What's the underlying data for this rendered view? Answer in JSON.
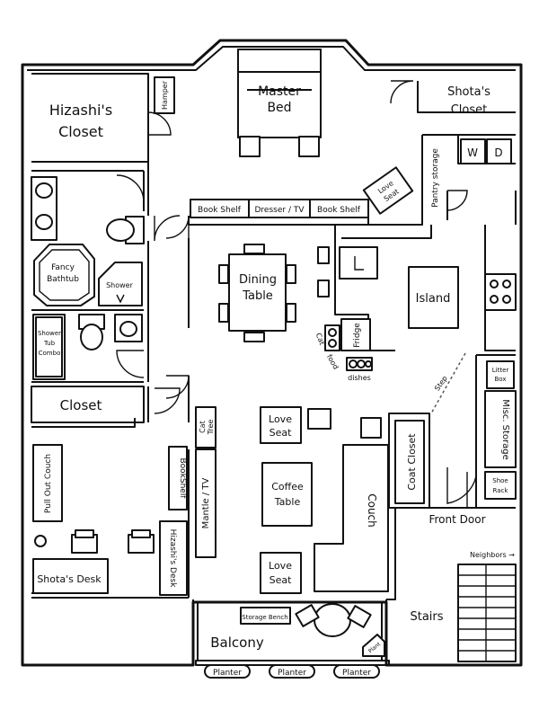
{
  "labels": {
    "hizashi_closet": [
      "Hizashi's",
      "Closet"
    ],
    "hamper": "Hamper",
    "master_bed": [
      "Master",
      "Bed"
    ],
    "shota_closet": [
      "Shota's",
      "Closet"
    ],
    "washer": "W",
    "dryer": "D",
    "pantry_storage": "Pantry storage",
    "love_seat_bedroom": [
      "Love",
      "Seat"
    ],
    "book_shelf_1": "Book Shelf",
    "dresser_tv": "Dresser / TV",
    "book_shelf_2": "Book Shelf",
    "fancy_bathtub": [
      "Fancy",
      "Bathtub"
    ],
    "shower": "Shower",
    "shower_tub_combo": [
      "Shower",
      "Tub",
      "Combo"
    ],
    "dining_table": [
      "Dining",
      "Table"
    ],
    "island": "Island",
    "fridge": "Fridge",
    "cat_food": [
      "Cat",
      "food"
    ],
    "dishes": "dishes",
    "step": "Step",
    "litter_box": [
      "Litter",
      "Box"
    ],
    "misc_storage": "Misc. Storage",
    "closet_hall": "Closet",
    "cat_tree": [
      "Cat",
      "Tree"
    ],
    "love_seat_top": [
      "Love",
      "Seat"
    ],
    "coffee_table": [
      "Coffee",
      "Table"
    ],
    "couch": "Couch",
    "coat_closet": "Coat Closet",
    "shoe_rack": [
      "Shoe",
      "Rack"
    ],
    "front_door": "Front Door",
    "pull_out_couch": "Pull Out Couch",
    "bookshelf_office": "BookShelf",
    "mantle_tv": "Mantle / TV",
    "hizashi_desk": "Hizashi's Desk",
    "shota_desk": "Shota's Desk",
    "love_seat_bottom": [
      "Love",
      "Seat"
    ],
    "neighbors": "Neighbors →",
    "stairs": "Stairs",
    "storage_bench": "Storage Bench",
    "balcony": "Balcony",
    "plant": "Plant",
    "planter_1": "Planter",
    "planter_2": "Planter",
    "planter_3": "Planter"
  }
}
